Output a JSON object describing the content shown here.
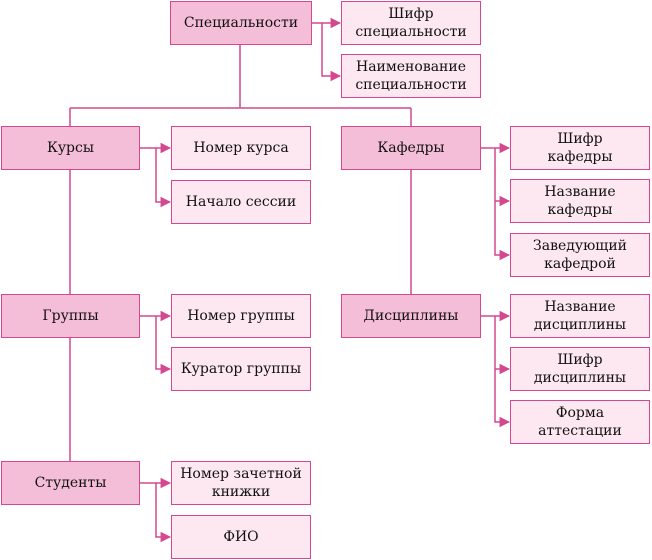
{
  "diagram": {
    "colors": {
      "border": "#d4488f",
      "line": "#d4488f",
      "entity_fill": "#f4bdd8",
      "attribute_fill": "#fde8f1"
    },
    "entities": {
      "specialties": "Специальности",
      "courses": "Курсы",
      "departments": "Кафедры",
      "groups": "Группы",
      "disciplines": "Дисциплины",
      "students": "Студенты"
    },
    "attributes": {
      "specialty_code": "Шифр\nспециальности",
      "specialty_name": "Наименование\nспециальности",
      "course_number": "Номер курса",
      "session_start": "Начало сессии",
      "department_code": "Шифр\nкафедры",
      "department_name": "Название\nкафедры",
      "department_head": "Заведующий\nкафедрой",
      "group_number": "Номер группы",
      "group_curator": "Куратор группы",
      "discipline_name": "Название\nдисциплины",
      "discipline_code": "Шифр\nдисциплины",
      "attestation_form": "Форма\nаттестации",
      "record_book_number": "Номер зачетной\nкнижки",
      "full_name": "ФИО"
    }
  }
}
